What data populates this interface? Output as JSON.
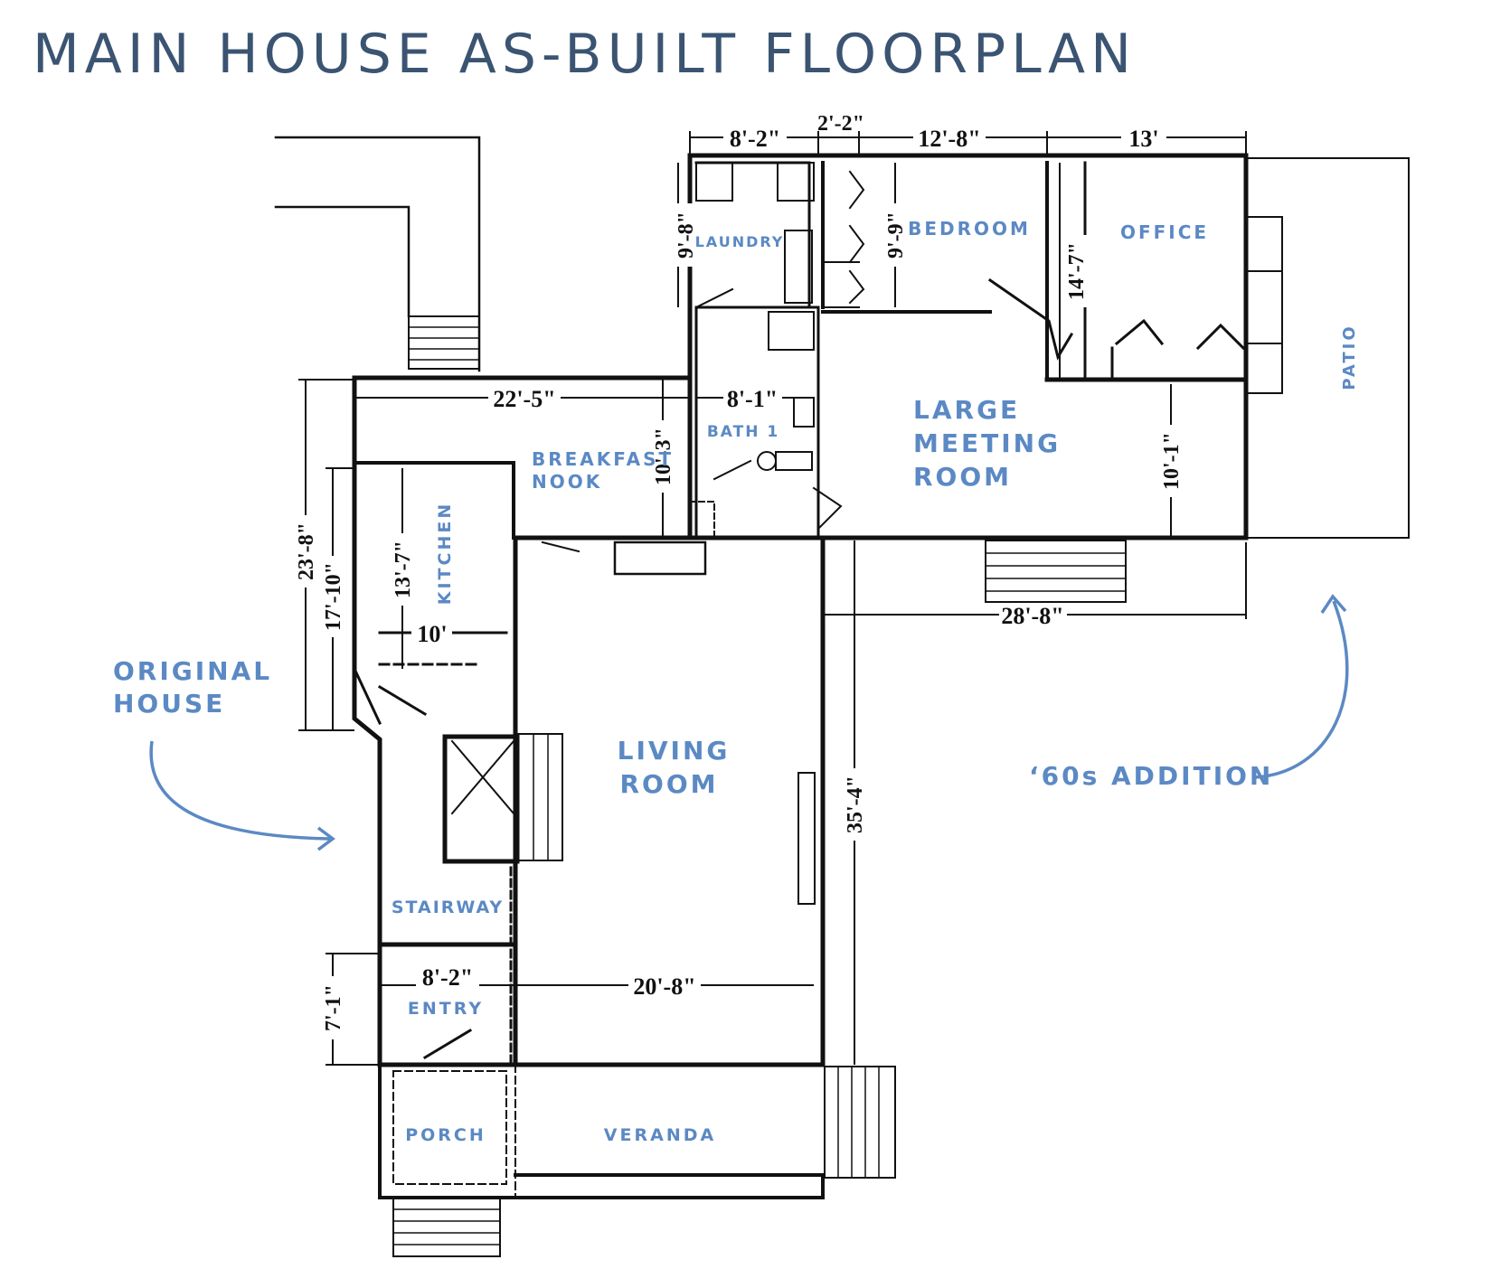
{
  "title": "MAIN HOUSE AS-BUILT FLOORPLAN",
  "colors": {
    "title": "#3b5472",
    "label": "#5b89c4",
    "line": "#111111"
  },
  "rooms": {
    "laundry": "LAUNDRY",
    "bedroom": "BEDROOM",
    "office": "OFFICE",
    "patio": "PATIO",
    "bath": "BATH 1",
    "breakfast_1": "BREAKFAST",
    "breakfast_2": "NOOK",
    "meeting_1": "LARGE",
    "meeting_2": "MEETING",
    "meeting_3": "ROOM",
    "kitchen": "KITCHEN",
    "living_1": "LIVING",
    "living_2": "ROOM",
    "stairway": "STAIRWAY",
    "entry": "ENTRY",
    "porch": "PORCH",
    "veranda": "VERANDA"
  },
  "callouts": {
    "original_1": "ORIGINAL",
    "original_2": "HOUSE",
    "addition": "‘60s ADDITION"
  },
  "dimensions": {
    "top_laundry": "8'-2\"",
    "top_closet": "2'-2\"",
    "top_bedroom": "12'-8\"",
    "top_office": "13'",
    "laundry_h": "9'-8\"",
    "bedroom_h": "9'-9\"",
    "office_h": "14'-7\"",
    "breakfast_w": "22'-5\"",
    "bath_w": "8'-1\"",
    "breakfast_h": "10'-3\"",
    "meeting_h": "10'-1\"",
    "addition_w": "28'-8\"",
    "left_overall": "23'-8\"",
    "left_kitchen": "17'-10\"",
    "kitchen_h": "13'-7\"",
    "kitchen_w": "10'",
    "side_long": "35'-4\"",
    "entry_w": "8'-2\"",
    "living_w": "20'-8\"",
    "entry_h": "7'-1\""
  }
}
